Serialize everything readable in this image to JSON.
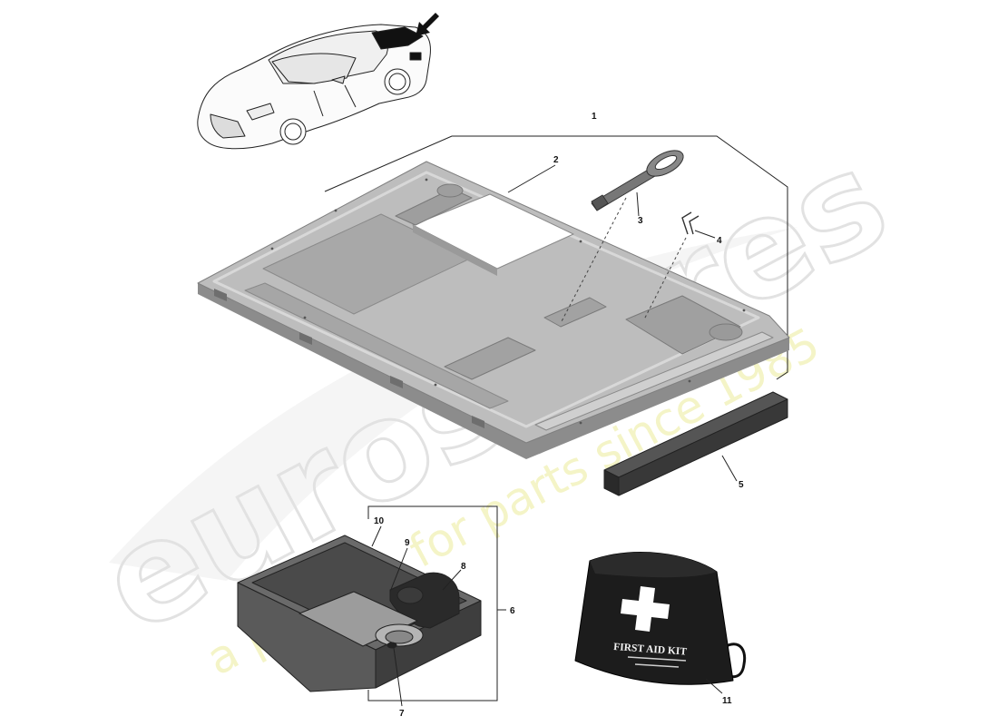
{
  "watermark": {
    "brand": "eurospares",
    "tagline": "a passion for parts since 1985"
  },
  "first_aid_kit": {
    "label": "FIRST AID KIT"
  },
  "callouts": [
    {
      "id": "1",
      "text": "1"
    },
    {
      "id": "2",
      "text": "2"
    },
    {
      "id": "3",
      "text": "3"
    },
    {
      "id": "4",
      "text": "4"
    },
    {
      "id": "5",
      "text": "5"
    },
    {
      "id": "6",
      "text": "6"
    },
    {
      "id": "7",
      "text": "7"
    },
    {
      "id": "8",
      "text": "8"
    },
    {
      "id": "9",
      "text": "9"
    },
    {
      "id": "10",
      "text": "10"
    },
    {
      "id": "11",
      "text": "11"
    }
  ],
  "colors": {
    "panel_fill": "#bdbdbd",
    "panel_edge": "#8f8f8f",
    "dark_part": "#2e2e2e",
    "kit_bag": "#1a1a1a"
  }
}
